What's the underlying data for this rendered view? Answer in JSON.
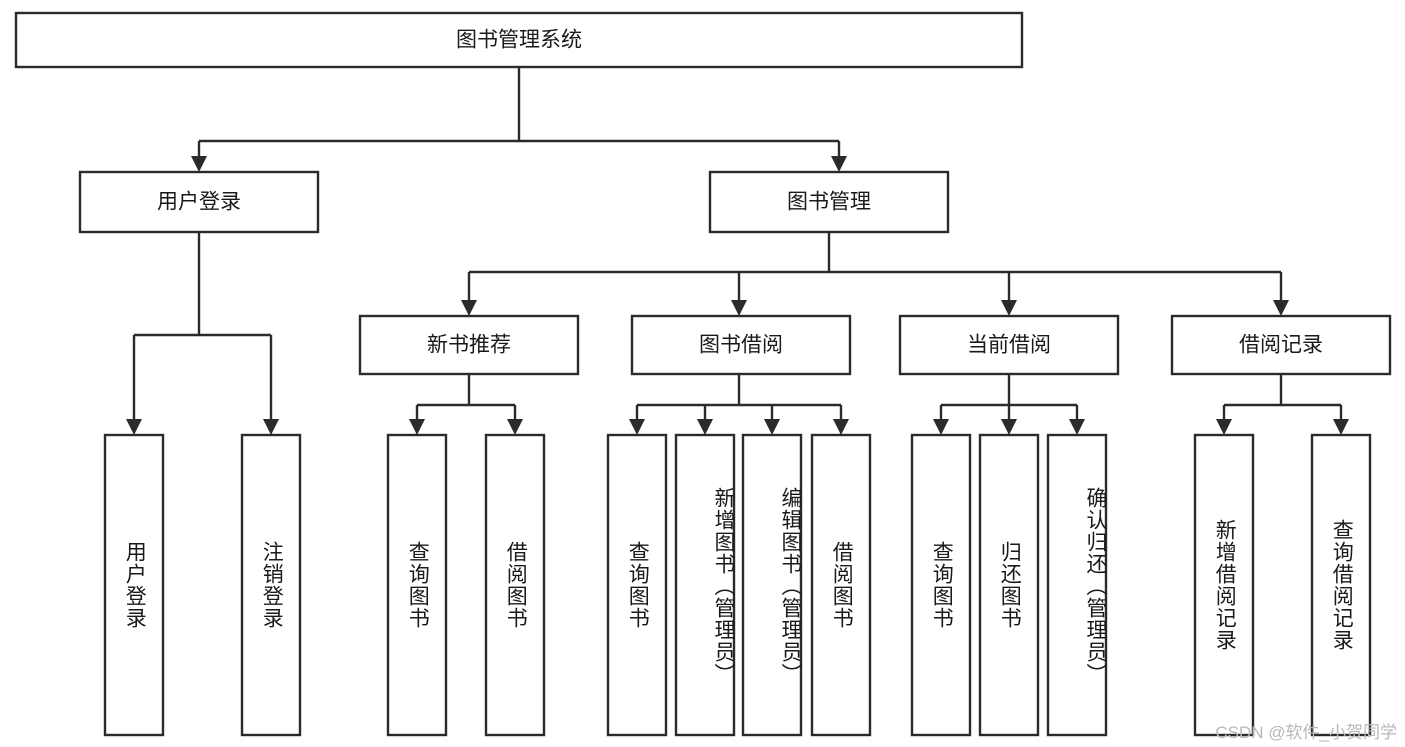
{
  "diagram": {
    "type": "tree-hierarchy-chart",
    "title": "图书管理系统",
    "orientation": "top-down",
    "colors": {
      "box_fill": "#ffffff",
      "box_stroke": "#2b2b2b",
      "text": "#1a1a1a",
      "background": "#ffffff",
      "watermark": "#b8b8b8"
    },
    "root": {
      "id": "root",
      "label": "图书管理系统",
      "level": 0
    },
    "level2": [
      {
        "id": "user-login",
        "label": "用户登录",
        "level": 1
      },
      {
        "id": "book-manage",
        "label": "图书管理",
        "level": 1
      }
    ],
    "level3": [
      {
        "id": "new-book-recommend",
        "label": "新书推荐",
        "level": 2,
        "parent": "book-manage"
      },
      {
        "id": "book-borrow",
        "label": "图书借阅",
        "level": 2,
        "parent": "book-manage"
      },
      {
        "id": "current-borrow",
        "label": "当前借阅",
        "level": 2,
        "parent": "book-manage"
      },
      {
        "id": "borrow-record",
        "label": "借阅记录",
        "level": 2,
        "parent": "book-manage"
      }
    ],
    "leaves": [
      {
        "id": "leaf-user-login",
        "label": "用户登录",
        "parent": "user-login"
      },
      {
        "id": "leaf-logout-login",
        "label": "注销登录",
        "parent": "user-login"
      },
      {
        "id": "leaf-query-book-1",
        "label": "查询图书",
        "parent": "new-book-recommend"
      },
      {
        "id": "leaf-borrow-book-1",
        "label": "借阅图书",
        "parent": "new-book-recommend"
      },
      {
        "id": "leaf-query-book-2",
        "label": "查询图书",
        "parent": "book-borrow"
      },
      {
        "id": "leaf-add-book",
        "label": "新增图书（管理员）",
        "parent": "book-borrow"
      },
      {
        "id": "leaf-edit-book",
        "label": "编辑图书（管理员）",
        "parent": "book-borrow"
      },
      {
        "id": "leaf-borrow-book-2",
        "label": "借阅图书",
        "parent": "book-borrow"
      },
      {
        "id": "leaf-query-book-3",
        "label": "查询图书",
        "parent": "current-borrow"
      },
      {
        "id": "leaf-return-book",
        "label": "归还图书",
        "parent": "current-borrow"
      },
      {
        "id": "leaf-confirm-return",
        "label": "确认归还（管理员）",
        "parent": "current-borrow"
      },
      {
        "id": "leaf-add-record",
        "label": "新增借阅记录",
        "parent": "borrow-record"
      },
      {
        "id": "leaf-query-record",
        "label": "查询借阅记录",
        "parent": "borrow-record"
      }
    ],
    "watermark": "CSDN @软件_小贺同学"
  }
}
